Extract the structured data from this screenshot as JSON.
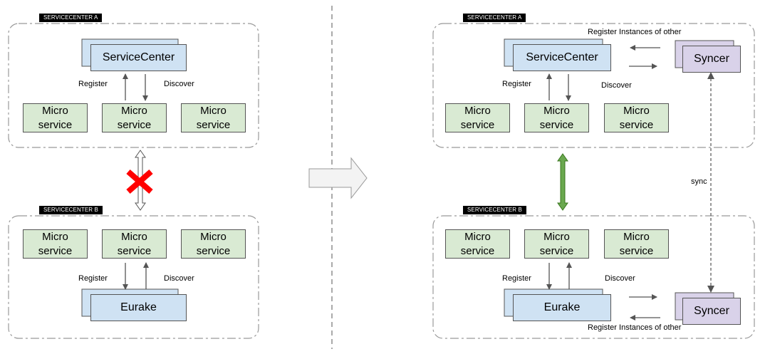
{
  "left": {
    "cluster_a_tag": "SERVICECENTER A",
    "cluster_b_tag": "SERVICECENTER B",
    "service_center": "ServiceCenter",
    "eureka": "Eurake",
    "register_label": "Register",
    "discover_label": "Discover",
    "micro_services": [
      "Micro\nservice",
      "Micro\nservice",
      "Micro\nservice"
    ],
    "micro_services_b": [
      "Micro\nservice",
      "Micro\nservice",
      "Micro\nservice"
    ]
  },
  "right": {
    "cluster_a_tag": "SERVICECENTER A",
    "cluster_b_tag": "SERVICECENTER B",
    "service_center": "ServiceCenter",
    "eureka": "Eurake",
    "register_label": "Register",
    "discover_label": "Discover",
    "syncer": "Syncer",
    "register_instances_label": "Register Instances of other",
    "sync_label": "sync",
    "micro_services": [
      "Micro\nservice",
      "Micro\nservice",
      "Micro\nservice"
    ],
    "micro_services_b": [
      "Micro\nservice",
      "Micro\nservice",
      "Micro\nservice"
    ]
  },
  "colors": {
    "micro_service_fill": "#d9ead3",
    "service_center_fill": "#cfe2f3",
    "syncer_fill": "#d9d2e9",
    "cross_mark": "#ff0000",
    "sync_arrow": "#6aa84f"
  }
}
